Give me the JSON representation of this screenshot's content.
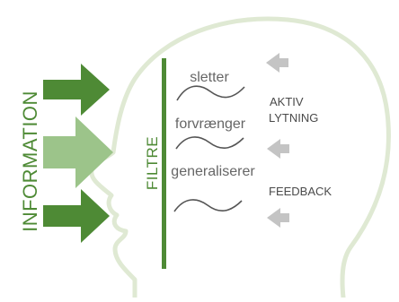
{
  "left_label": "INFORMATION",
  "filter_label": "FILTRE",
  "filter_processes": [
    "sletter",
    "forvrænger",
    "generaliserer"
  ],
  "right_labels": {
    "line1": "AKTIV",
    "line2": "LYTNING",
    "feedback": "FEEDBACK"
  },
  "colors": {
    "dark_green": "#4e8a35",
    "light_green": "#9cc48a",
    "head_outline": "#dfe9d3",
    "grey": "#c4c4c4",
    "text_grey": "#666666",
    "text_dark": "#4a4a4a"
  },
  "icons": [
    "arrow-right-icon",
    "arrow-left-icon",
    "wave-icon",
    "head-silhouette-icon"
  ]
}
